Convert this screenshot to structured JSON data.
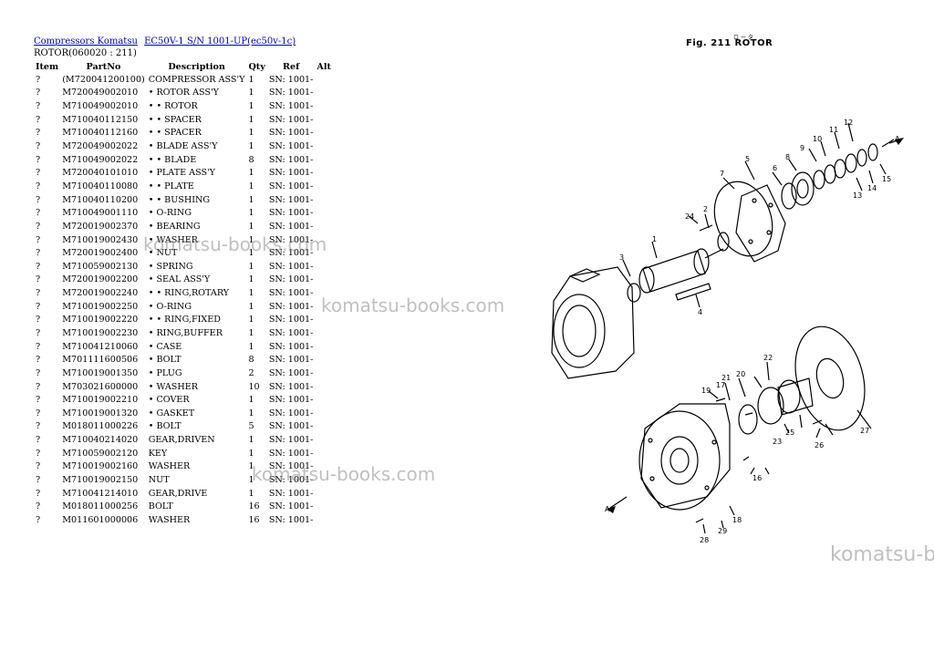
{
  "breadcrumb": {
    "link1": "Compressors Komatsu",
    "link2": "EC50V-1 S/N 1001-UP(ec50v-1c)"
  },
  "subtitle": "ROTOR(060020 : 211)",
  "table": {
    "headers": [
      "Item",
      "PartNo",
      "Description",
      "Qty",
      "Ref",
      "Alt"
    ],
    "rows": [
      [
        "?",
        "(M720041200100)",
        "COMPRESSOR ASS'Y",
        "1",
        "SN: 1001-",
        ""
      ],
      [
        "?",
        "M720049002010",
        "• ROTOR ASS'Y",
        "1",
        "SN: 1001-",
        ""
      ],
      [
        "?",
        "M710049002010",
        "• • ROTOR",
        "1",
        "SN: 1001-",
        ""
      ],
      [
        "?",
        "M710040112150",
        "• • SPACER",
        "1",
        "SN: 1001-",
        ""
      ],
      [
        "?",
        "M710040112160",
        "• • SPACER",
        "1",
        "SN: 1001-",
        ""
      ],
      [
        "?",
        "M720049002022",
        "• BLADE ASS'Y",
        "1",
        "SN: 1001-",
        ""
      ],
      [
        "?",
        "M710049002022",
        "• • BLADE",
        "8",
        "SN: 1001-",
        ""
      ],
      [
        "?",
        "M720040101010",
        "• PLATE ASS'Y",
        "1",
        "SN: 1001-",
        ""
      ],
      [
        "?",
        "M710040110080",
        "• • PLATE",
        "1",
        "SN: 1001-",
        ""
      ],
      [
        "?",
        "M710040110200",
        "• • BUSHING",
        "1",
        "SN: 1001-",
        ""
      ],
      [
        "?",
        "M710049001110",
        "• O-RING",
        "1",
        "SN: 1001-",
        ""
      ],
      [
        "?",
        "M720019002370",
        "• BEARING",
        "1",
        "SN: 1001-",
        ""
      ],
      [
        "?",
        "M710019002430",
        "• WASHER",
        "1",
        "SN: 1001-",
        ""
      ],
      [
        "?",
        "M720019002400",
        "• NUT",
        "1",
        "SN: 1001-",
        ""
      ],
      [
        "?",
        "M710059002130",
        "• SPRING",
        "1",
        "SN: 1001-",
        ""
      ],
      [
        "?",
        "M720019002200",
        "• SEAL ASS'Y",
        "1",
        "SN: 1001-",
        ""
      ],
      [
        "?",
        "M720019002240",
        "• • RING,ROTARY",
        "1",
        "SN: 1001-",
        ""
      ],
      [
        "?",
        "M710019002250",
        "• O-RING",
        "1",
        "SN: 1001-",
        ""
      ],
      [
        "?",
        "M710019002220",
        "• • RING,FIXED",
        "1",
        "SN: 1001-",
        ""
      ],
      [
        "?",
        "M710019002230",
        "• RING,BUFFER",
        "1",
        "SN: 1001-",
        ""
      ],
      [
        "?",
        "M710041210060",
        "• CASE",
        "1",
        "SN: 1001-",
        ""
      ],
      [
        "?",
        "M701111600506",
        "• BOLT",
        "8",
        "SN: 1001-",
        ""
      ],
      [
        "?",
        "M710019001350",
        "• PLUG",
        "2",
        "SN: 1001-",
        ""
      ],
      [
        "?",
        "M703021600000",
        "• WASHER",
        "10",
        "SN: 1001-",
        ""
      ],
      [
        "?",
        "M710019002210",
        "• COVER",
        "1",
        "SN: 1001-",
        ""
      ],
      [
        "?",
        "M710019001320",
        "• GASKET",
        "1",
        "SN: 1001-",
        ""
      ],
      [
        "?",
        "M018011000226",
        "• BOLT",
        "5",
        "SN: 1001-",
        ""
      ],
      [
        "?",
        "M710040214020",
        "GEAR,DRIVEN",
        "1",
        "SN: 1001-",
        ""
      ],
      [
        "?",
        "M710059002120",
        "KEY",
        "1",
        "SN: 1001-",
        ""
      ],
      [
        "?",
        "M710019002160",
        "WASHER",
        "1",
        "SN: 1001-",
        ""
      ],
      [
        "?",
        "M710019002150",
        "NUT",
        "1",
        "SN: 1001-",
        ""
      ],
      [
        "?",
        "M710041214010",
        "GEAR,DRIVE",
        "1",
        "SN: 1001-",
        ""
      ],
      [
        "?",
        "M018011000256",
        "BOLT",
        "16",
        "SN: 1001-",
        ""
      ],
      [
        "?",
        "M011601000006",
        "WASHER",
        "16",
        "SN: 1001-",
        ""
      ]
    ]
  },
  "watermark": {
    "text": "komatsu-books.com",
    "edge_text": "komatsu-b"
  },
  "figure": {
    "caption": "Fig. 211 ROTOR",
    "caption_jp": "ロ ー タ",
    "callouts": [
      "1",
      "2",
      "3",
      "4",
      "5",
      "6",
      "7",
      "8",
      "9",
      "10",
      "11",
      "12",
      "13",
      "14",
      "15",
      "16",
      "17",
      "18",
      "19",
      "20",
      "21",
      "22",
      "23",
      "24",
      "25",
      "26",
      "27",
      "28",
      "29",
      "A",
      "A"
    ]
  }
}
